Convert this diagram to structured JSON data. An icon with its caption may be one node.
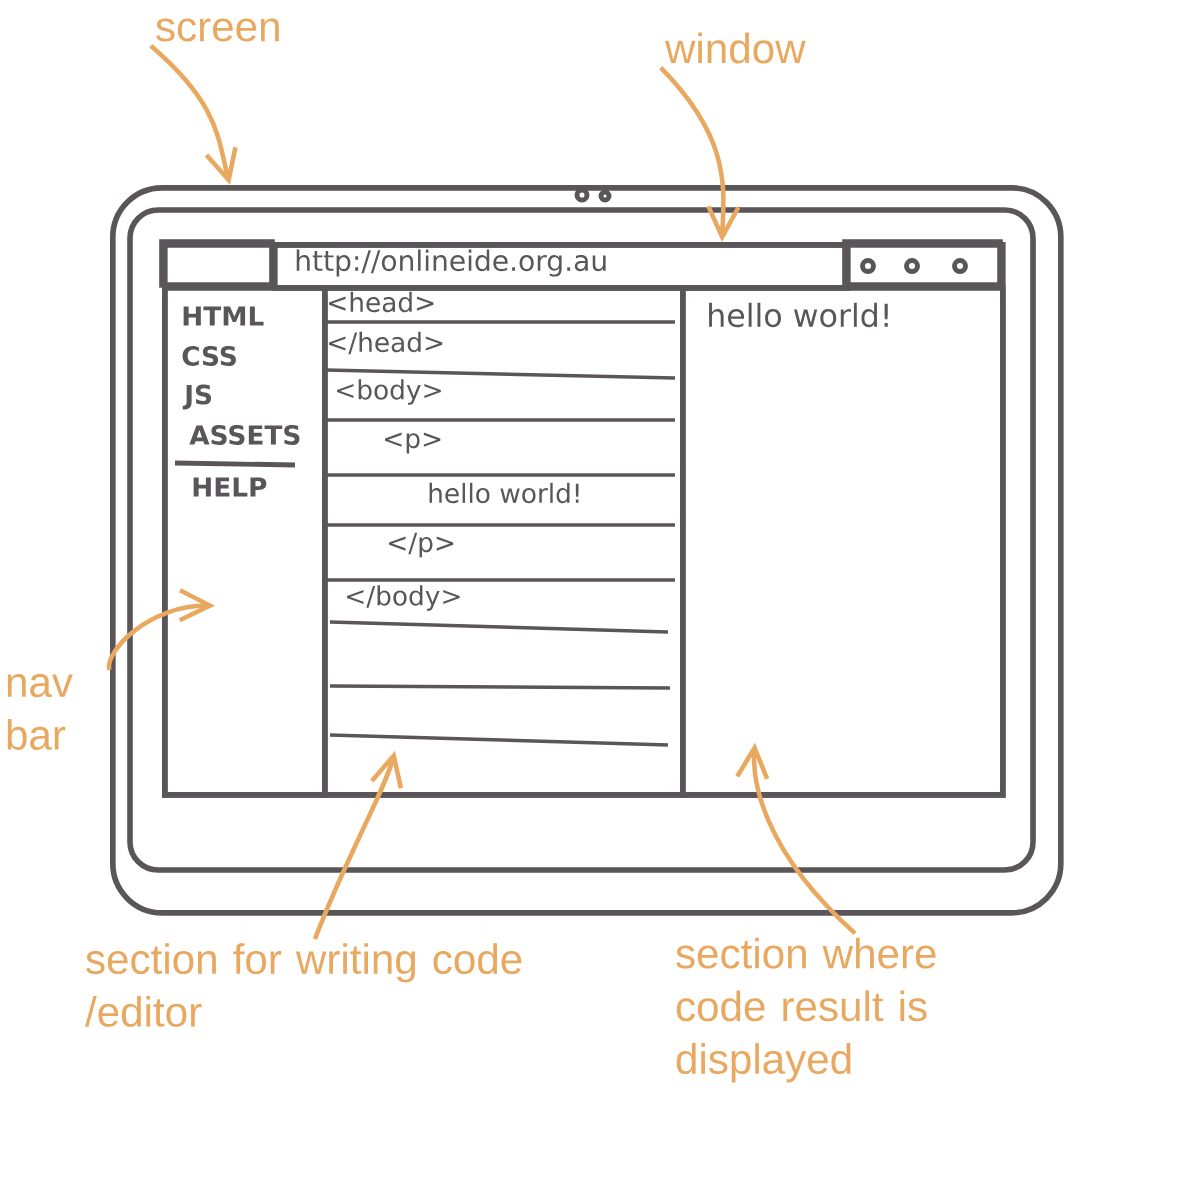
{
  "diagram": {
    "nodes": [
      {
        "text": [
          "screen"
        ]
      },
      {
        "text": [],
        "shape": "box"
      },
      {
        "text": [
          "window"
        ]
      },
      {
        "text": [],
        "shape": "box",
        "in": 1
      },
      {
        "text": [
          "http://onlineide.org.au"
        ],
        "in": 3
      },
      {
        "text": [
          "HTML",
          "CSS",
          "JS",
          "ASSETS",
          "HELP"
        ],
        "in": 3
      },
      {
        "text": [
          "<head>",
          "</head>",
          "<body>",
          "<p>",
          "hello world!",
          "</p>",
          "</body>"
        ],
        "in": 3
      },
      {
        "text": [
          "hello world!"
        ],
        "in": 3
      },
      {
        "text": [
          "nav bar"
        ]
      },
      {
        "text": [
          "section for writing code /editor"
        ]
      },
      {
        "text": [
          "section where code result is displayed"
        ]
      }
    ],
    "edges": [
      {
        "from": 0,
        "to": 1,
        "arrow": "to"
      },
      {
        "from": 2,
        "to": 3,
        "arrow": "to"
      },
      {
        "from": 8,
        "to": 5,
        "arrow": "to"
      },
      {
        "from": 9,
        "to": 6,
        "arrow": "to"
      },
      {
        "from": 10,
        "to": 7,
        "arrow": "to"
      }
    ]
  }
}
